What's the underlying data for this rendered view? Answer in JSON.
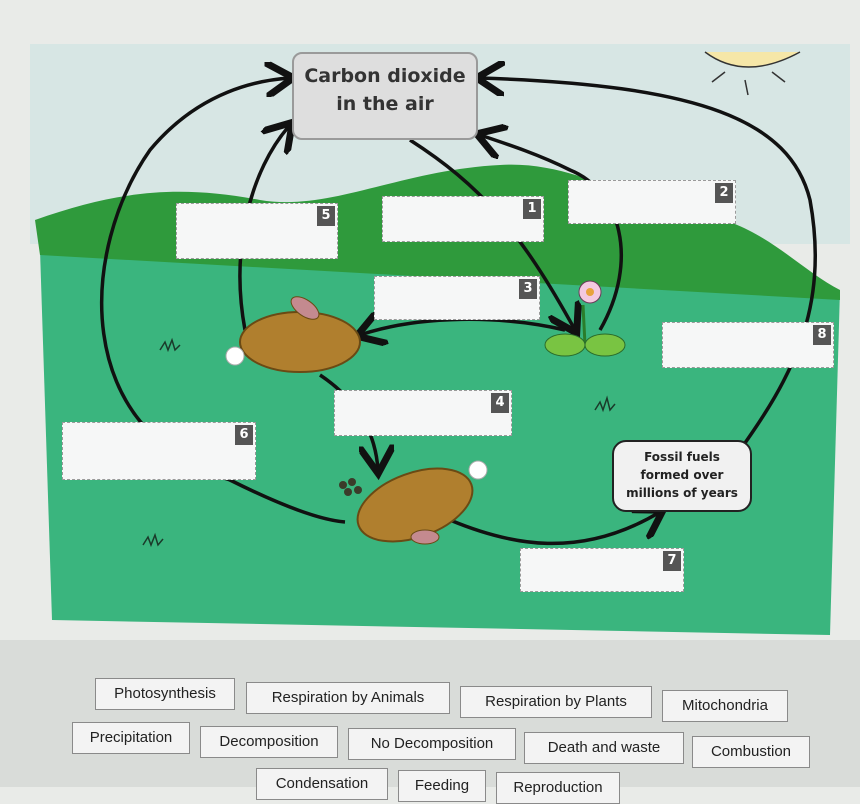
{
  "diagram": {
    "carbon_box": {
      "line1": "Carbon dioxide",
      "line2": "in the air"
    },
    "fossil_box": {
      "line1": "Fossil fuels",
      "line2": "formed over",
      "line3": "millions of years"
    },
    "slots": [
      {
        "number": "1"
      },
      {
        "number": "2"
      },
      {
        "number": "3"
      },
      {
        "number": "4"
      },
      {
        "number": "5"
      },
      {
        "number": "6"
      },
      {
        "number": "7"
      },
      {
        "number": "8"
      }
    ]
  },
  "options": [
    {
      "label": "Photosynthesis"
    },
    {
      "label": "Respiration by Animals"
    },
    {
      "label": "Respiration by Plants"
    },
    {
      "label": "Mitochondria"
    },
    {
      "label": "Precipitation"
    },
    {
      "label": "Decomposition"
    },
    {
      "label": "No Decomposition"
    },
    {
      "label": "Death and waste"
    },
    {
      "label": "Combustion"
    },
    {
      "label": "Condensation"
    },
    {
      "label": "Feeding"
    },
    {
      "label": "Reproduction"
    }
  ],
  "colors": {
    "sky": "#d7e6e4",
    "hill": "#2f9a3c",
    "ground": "#3ab57e",
    "rabbit": "#b07f2e"
  }
}
